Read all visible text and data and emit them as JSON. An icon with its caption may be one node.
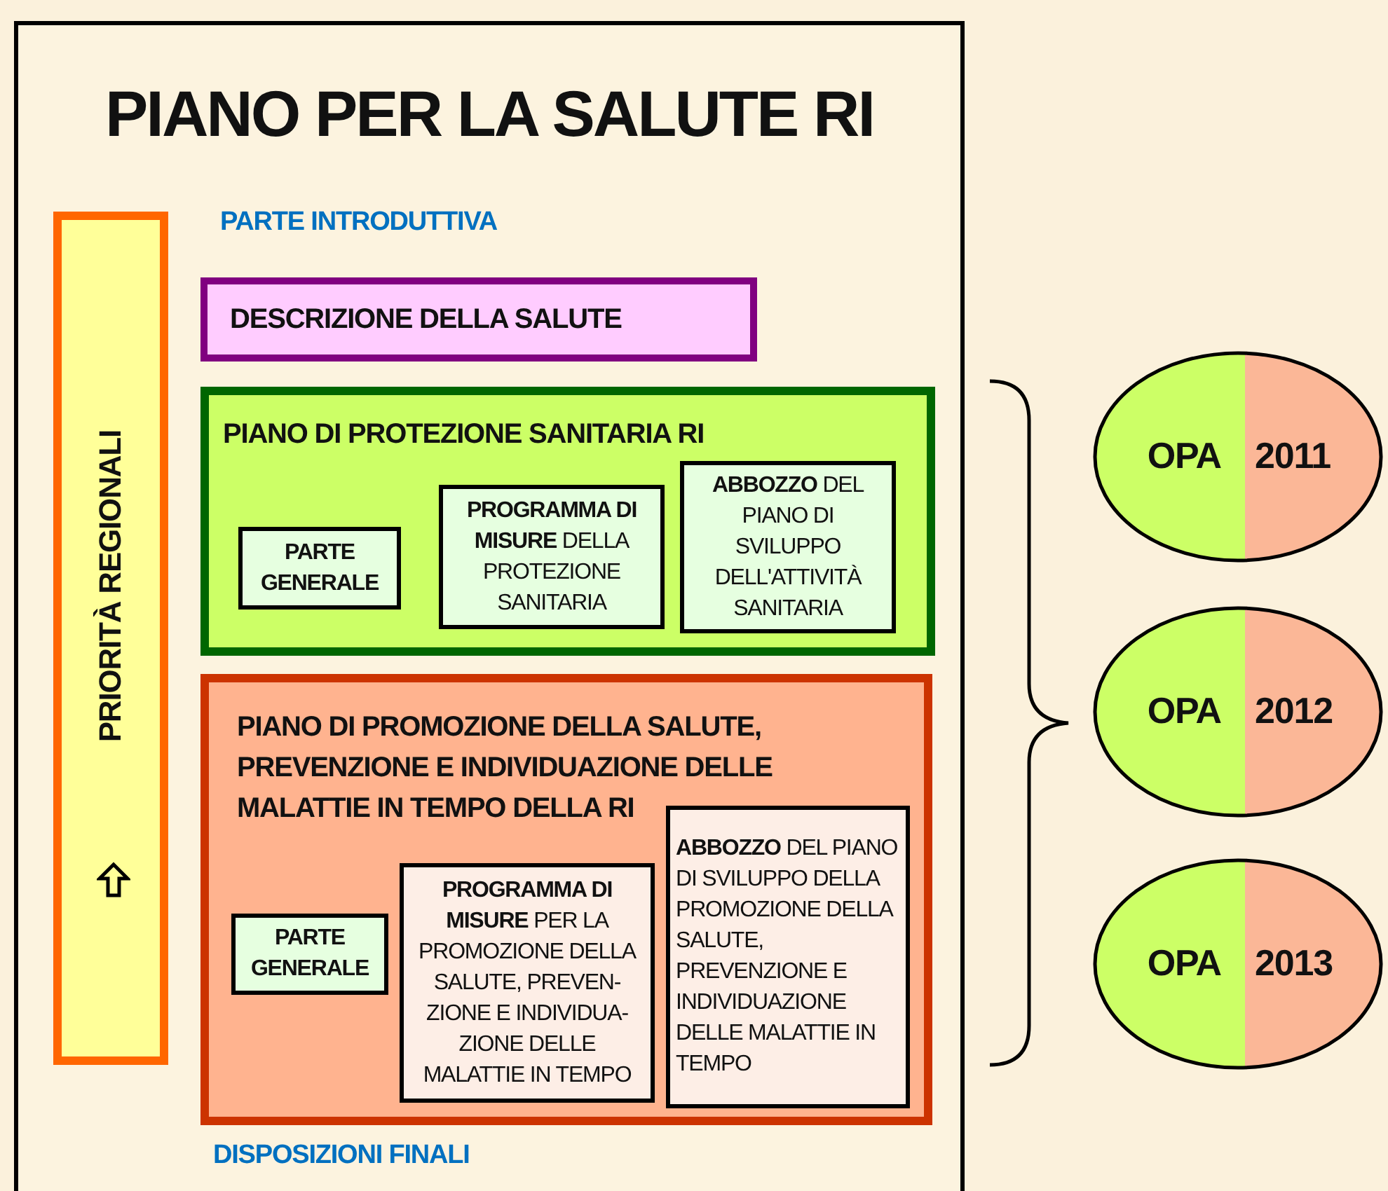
{
  "diagram": {
    "nodes": [
      {
        "text": [
          "PIANO PER LA SALUTE RI"
        ]
      },
      {
        "text": [
          "PRIORITÀ REGIONALI"
        ],
        "in": 0
      },
      {
        "text": [
          "DESCRIZIONE DELLA SALUTE"
        ],
        "in": 0
      },
      {
        "text": [
          "PIANO DI PROTEZIONE SANITARIA RI"
        ],
        "in": 0
      },
      {
        "text": [
          "PARTE GENERALE"
        ],
        "in": 3
      },
      {
        "text": [
          "**PROGRAMMA DI MISURE** DELLA PROTEZIONE SANITARIA"
        ],
        "in": 3
      },
      {
        "text": [
          "**ABBOZZO** DEL PIANO DI SVILUPPO DELL'ATTIVITÀ SANITARIA"
        ],
        "in": 3
      },
      {
        "text": [
          "PIANO DI PROMOZIONE DELLA SALUTE, PREVENZIONE E INDIVIDUAZIONE DELLE MALATTIE IN TEMPO DELLA RI"
        ],
        "in": 0
      },
      {
        "text": [
          "PARTE GENERALE"
        ],
        "in": 7
      },
      {
        "text": [
          "**PROGRAMMA DI MISURE** PER LA PROMOZIONE DELLA SALUTE, PREVEN- ZIONE E INDIVIDUA- ZIONE DELLE MALATTIE IN TEMPO"
        ],
        "in": 7
      },
      {
        "text": [
          "**ABBOZZO** DEL PIANO DI SVILUPPO DELLA PROMOZIONE DELLA SALUTE, PREVENZIONE E INDIVIDUAZIONE DELLE MALATTIE IN TEMPO"
        ],
        "in": 7
      },
      {
        "text": [
          "OPA",
          "2011"
        ]
      },
      {
        "text": [
          "OPA",
          "2012"
        ]
      },
      {
        "text": [
          "OPA",
          "2013"
        ]
      }
    ],
    "labels": [
      "PARTE INTRODUTTIVA",
      "DISPOSIZIONI FINALI"
    ]
  }
}
